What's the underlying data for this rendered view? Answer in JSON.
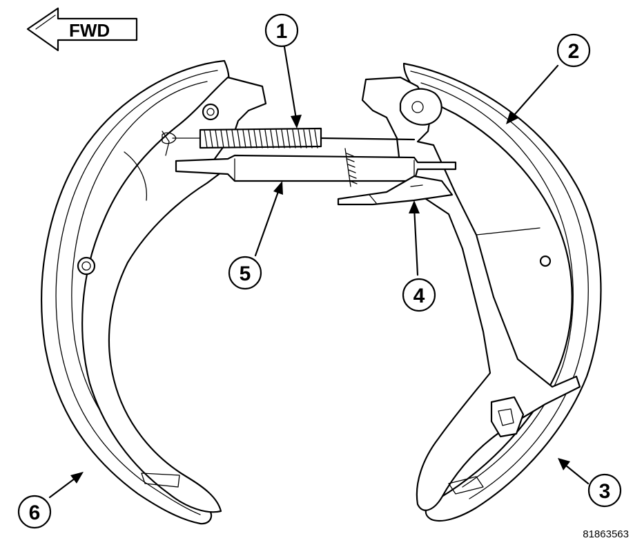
{
  "direction_label": "FWD",
  "figure_number": "81863563",
  "callouts": [
    {
      "id": 1,
      "label": "1"
    },
    {
      "id": 2,
      "label": "2"
    },
    {
      "id": 3,
      "label": "3"
    },
    {
      "id": 4,
      "label": "4"
    },
    {
      "id": 5,
      "label": "5"
    },
    {
      "id": 6,
      "label": "6"
    }
  ]
}
